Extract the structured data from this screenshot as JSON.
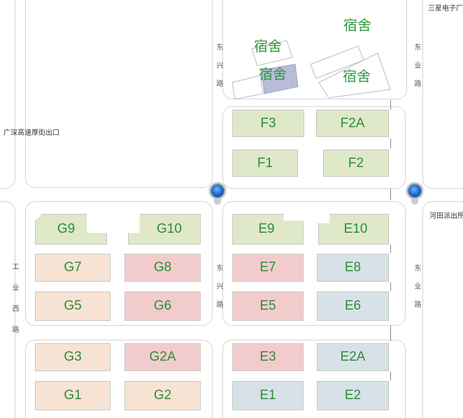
{
  "map": {
    "buildings": [
      {
        "id": "F3",
        "label": "F3",
        "color": "green"
      },
      {
        "id": "F2A",
        "label": "F2A",
        "color": "green"
      },
      {
        "id": "F1",
        "label": "F1",
        "color": "green"
      },
      {
        "id": "F2",
        "label": "F2",
        "color": "green"
      },
      {
        "id": "G9",
        "label": "G9",
        "color": "green"
      },
      {
        "id": "G10",
        "label": "G10",
        "color": "green"
      },
      {
        "id": "E9",
        "label": "E9",
        "color": "green"
      },
      {
        "id": "E10",
        "label": "E10",
        "color": "green"
      },
      {
        "id": "G7",
        "label": "G7",
        "color": "peach"
      },
      {
        "id": "G8",
        "label": "G8",
        "color": "pink"
      },
      {
        "id": "E7",
        "label": "E7",
        "color": "pink"
      },
      {
        "id": "E8",
        "label": "E8",
        "color": "blue"
      },
      {
        "id": "G5",
        "label": "G5",
        "color": "peach"
      },
      {
        "id": "G6",
        "label": "G6",
        "color": "pink"
      },
      {
        "id": "E5",
        "label": "E5",
        "color": "pink"
      },
      {
        "id": "E6",
        "label": "E6",
        "color": "blue"
      },
      {
        "id": "G3",
        "label": "G3",
        "color": "peach"
      },
      {
        "id": "G2A",
        "label": "G2A",
        "color": "pink"
      },
      {
        "id": "E3",
        "label": "E3",
        "color": "pink"
      },
      {
        "id": "E2A",
        "label": "E2A",
        "color": "blue"
      },
      {
        "id": "G1",
        "label": "G1",
        "color": "peach"
      },
      {
        "id": "G2",
        "label": "G2",
        "color": "peach"
      },
      {
        "id": "E1",
        "label": "E1",
        "color": "blue"
      },
      {
        "id": "E2",
        "label": "E2",
        "color": "blue"
      }
    ],
    "dormitories": [
      "宿舍",
      "宿舍",
      "宿舍",
      "宿舍"
    ],
    "roads": {
      "dongxing_upper": "东兴路",
      "dongxing_lower": "东兴路",
      "dongye_upper": "东业路",
      "dongye_lower": "东业路",
      "gongyexi": "工业西路"
    },
    "places": {
      "samsung": "三星电子厂",
      "guangshen": "广深高速厚街出口",
      "hetian": "河田派出所"
    },
    "colors": {
      "green": "#dfe8c9",
      "peach": "#f6e3d3",
      "pink": "#f2cccc",
      "blue": "#d6e2e8",
      "label": "#2e8b3a",
      "gate": "#1d62c9"
    }
  }
}
